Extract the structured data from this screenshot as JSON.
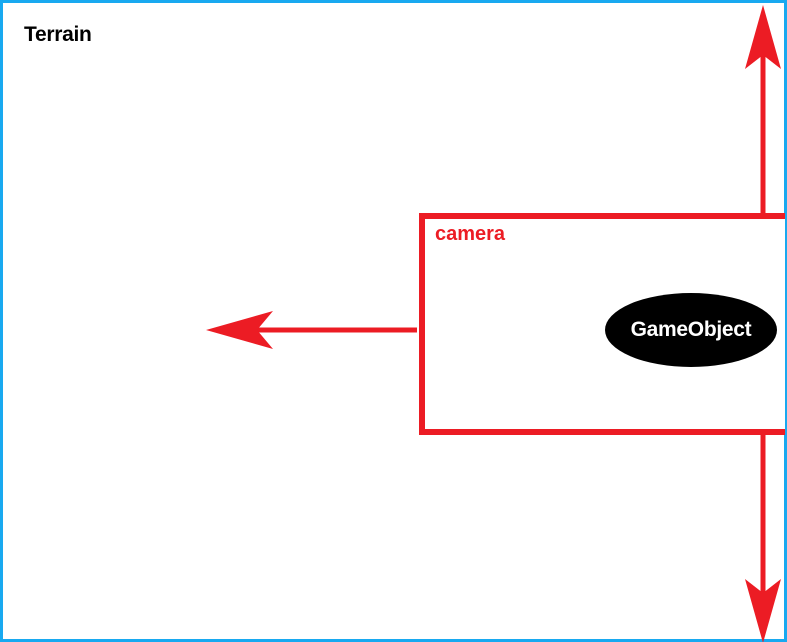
{
  "terrain": {
    "label": "Terrain"
  },
  "camera": {
    "label": "camera"
  },
  "game_object": {
    "label": "GameObject"
  },
  "colors": {
    "terrain_border": "#18a9f0",
    "camera_and_arrows": "#ec1c24",
    "game_object_fill": "#000000",
    "game_object_text": "#ffffff"
  }
}
